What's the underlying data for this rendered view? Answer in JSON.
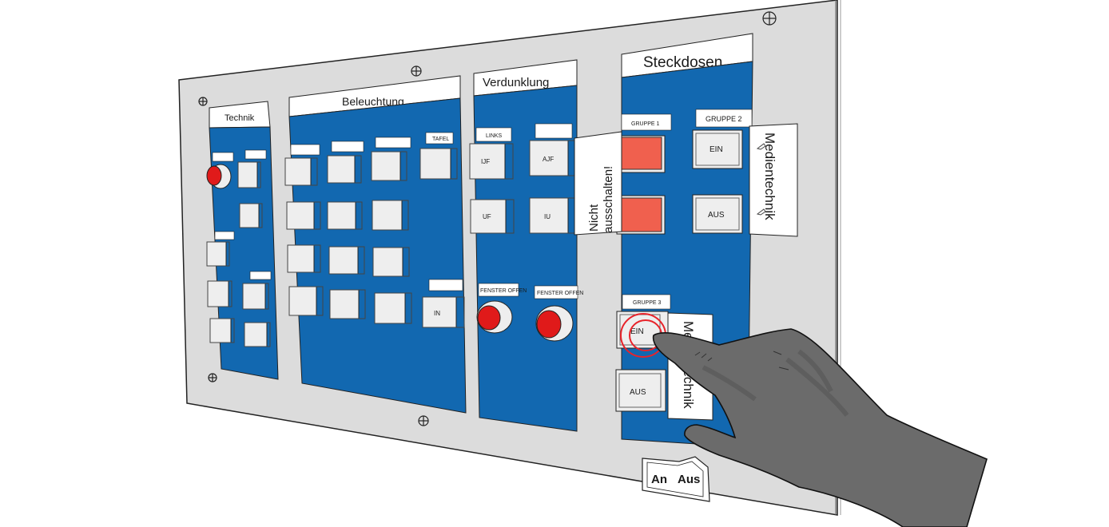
{
  "colors": {
    "panel_blue": "#1268b0",
    "plate_gray": "#dcdcdc",
    "indicator_red": "#f0604e",
    "button_red": "#e01a1a",
    "glove_gray": "#6b6b6b",
    "highlight_ring": "#e8232a"
  },
  "sections": {
    "technik": {
      "title": "Technik",
      "labels": [
        "",
        "",
        "",
        ""
      ],
      "buttons": [
        "",
        "",
        "",
        "",
        "",
        "",
        ""
      ],
      "red_button": "emergency-red-button"
    },
    "beleuchtung": {
      "title": "Beleuchtung",
      "column_labels": [
        "",
        "",
        "",
        "TAFEL"
      ],
      "row1": [
        "",
        "",
        "",
        ""
      ],
      "row2": [
        "",
        "",
        ""
      ],
      "row3": [
        "",
        "",
        ""
      ],
      "row4": [
        "",
        "",
        "",
        "IN"
      ],
      "row4_label": ""
    },
    "verdunklung": {
      "title": "Verdunklung",
      "column_labels": [
        "LINKS",
        ""
      ],
      "row1": [
        "IJF",
        "AJF"
      ],
      "row2": [
        "UF",
        "IU"
      ],
      "window_labels": [
        "FENSTER OFFEN",
        "FENSTER OFFEN"
      ]
    },
    "steckdosen": {
      "title": "Steckdosen",
      "group1": {
        "label": "GRUPPE 1"
      },
      "group2": {
        "label": "GRUPPE 2",
        "on": "EIN",
        "off": "AUS"
      },
      "group3": {
        "label": "GRUPPE 3",
        "on": "EIN",
        "off": "AUS"
      },
      "warning_sticker": [
        "Nicht",
        "ausschalten!"
      ],
      "media_sticker": "Medientechnik",
      "media_sticker_2": "Medientechnik"
    }
  },
  "bottom_tag": {
    "on": "An",
    "off": "Aus"
  }
}
